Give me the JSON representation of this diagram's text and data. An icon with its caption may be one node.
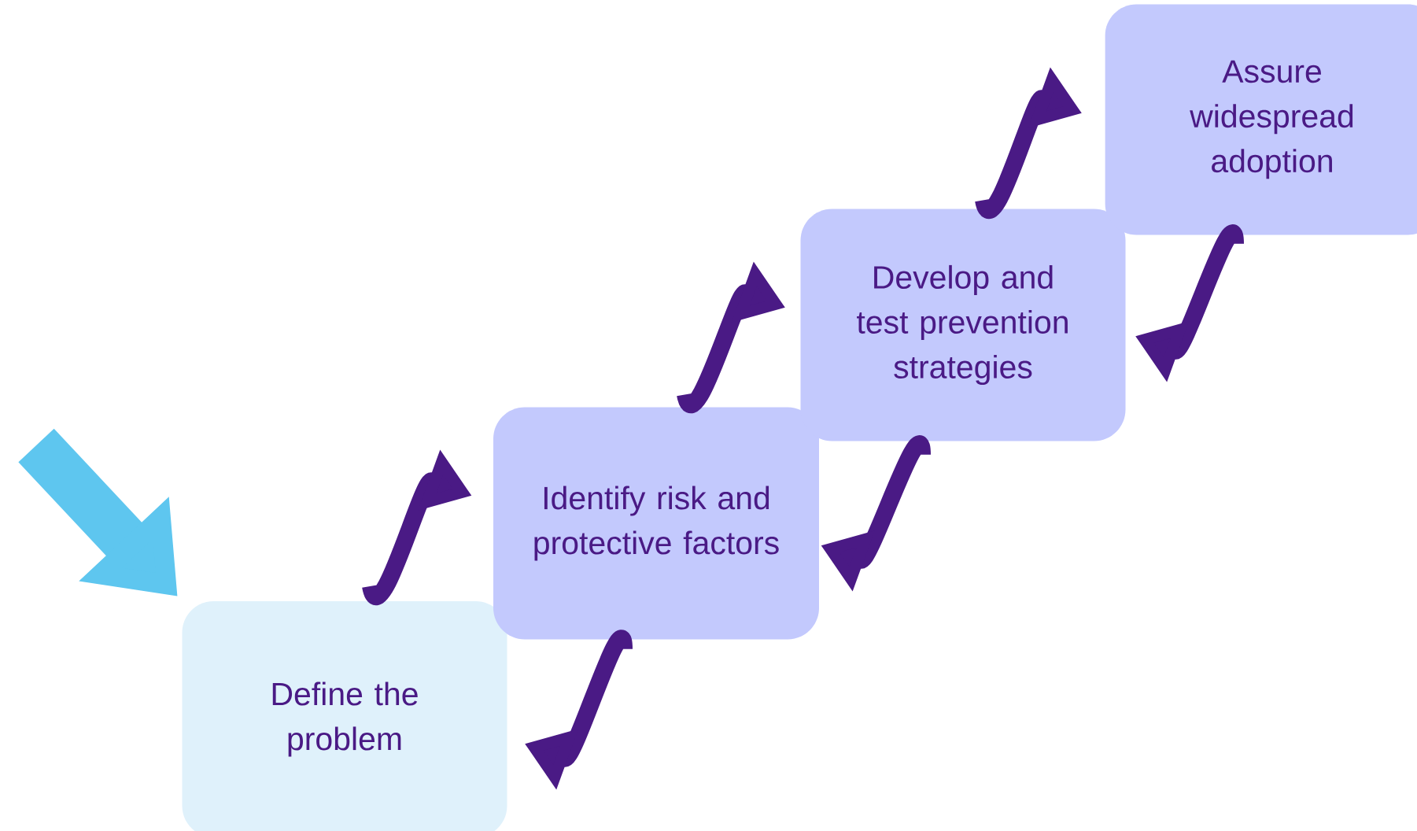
{
  "diagram": {
    "nodes": [
      {
        "text": [
          "Define the problem"
        ]
      },
      {
        "text": [
          "Identify risk and protective factors"
        ]
      },
      {
        "text": [
          "Develop and test prevention strategies"
        ]
      },
      {
        "text": [
          "Assure widespread adoption"
        ]
      }
    ],
    "edges": [
      {
        "from": null,
        "to": 0,
        "arrow": "to",
        "style": "thick",
        "color": "#5ec6ef"
      },
      {
        "from": 0,
        "to": 1,
        "arrow": "to"
      },
      {
        "from": 1,
        "to": 0,
        "arrow": "to"
      },
      {
        "from": 1,
        "to": 2,
        "arrow": "to"
      },
      {
        "from": 2,
        "to": 1,
        "arrow": "to"
      },
      {
        "from": 2,
        "to": 3,
        "arrow": "to"
      },
      {
        "from": 3,
        "to": 2,
        "arrow": "to"
      }
    ]
  }
}
